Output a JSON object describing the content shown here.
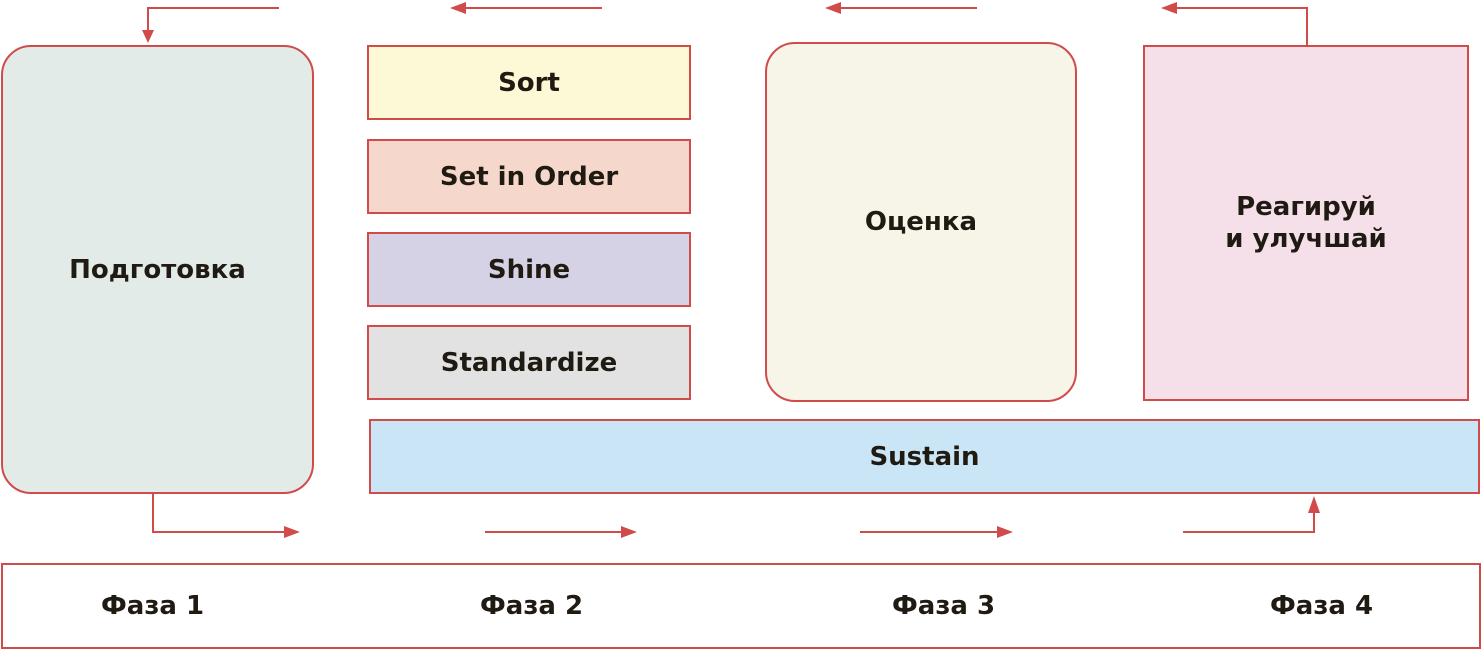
{
  "diagram": {
    "colors": {
      "stroke": "#d14b4b",
      "prep_fill": "#e2ebe8",
      "sort_fill": "#fdf9d6",
      "set_fill": "#f5d8cb",
      "shine_fill": "#d6d2e5",
      "standardize_fill": "#e2e2e2",
      "eval_fill": "#f6f5e8",
      "react_fill": "#f5e0ea",
      "sustain_fill": "#c9e5f6"
    },
    "boxes": {
      "prep": "Подготовка",
      "sort": "Sort",
      "set_in_order": "Set in Order",
      "shine": "Shine",
      "standardize": "Standardize",
      "evaluate": "Оценка",
      "react": "Реагируй\nи улучшай",
      "sustain": "Sustain"
    },
    "phases": [
      "Фаза 1",
      "Фаза 2",
      "Фаза 3",
      "Фаза 4"
    ]
  }
}
